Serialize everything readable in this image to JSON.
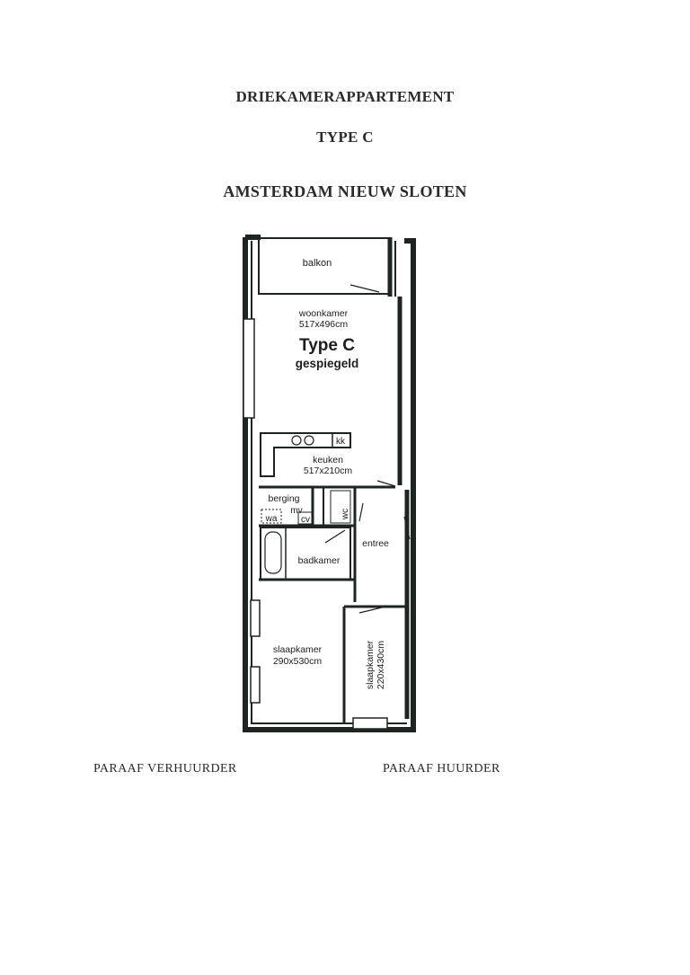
{
  "document": {
    "title": "DRIEKAMERAPPARTEMENT",
    "type": "TYPE C",
    "location": "AMSTERDAM NIEUW SLOTEN"
  },
  "floorplan": {
    "plan_title": "Type C",
    "plan_subtitle": "gespiegeld",
    "rooms": {
      "balkon": "balkon",
      "woonkamer": "woonkamer",
      "woonkamer_size": "517x496cm",
      "keuken": "keuken",
      "keuken_size": "517x210cm",
      "kk": "kk",
      "berging": "berging",
      "mv": "mv",
      "wa": "wa",
      "cv": "cv",
      "wc": "wc",
      "badkamer": "badkamer",
      "entree": "entree",
      "slaapkamer1": "slaapkamer",
      "slaapkamer1_size": "290x530cm",
      "slaapkamer2": "slaapkamer",
      "slaapkamer2_size": "220x430cm"
    }
  },
  "signatures": {
    "landlord": "PARAAF VERHUURDER",
    "tenant": "PARAAF HUURDER"
  }
}
